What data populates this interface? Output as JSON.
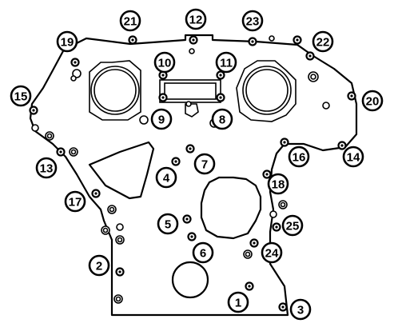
{
  "callouts": [
    {
      "number": "1"
    },
    {
      "number": "2"
    },
    {
      "number": "3"
    },
    {
      "number": "4"
    },
    {
      "number": "5"
    },
    {
      "number": "6"
    },
    {
      "number": "7"
    },
    {
      "number": "8"
    },
    {
      "number": "9"
    },
    {
      "number": "10"
    },
    {
      "number": "11"
    },
    {
      "number": "12"
    },
    {
      "number": "13"
    },
    {
      "number": "14"
    },
    {
      "number": "15"
    },
    {
      "number": "16"
    },
    {
      "number": "17"
    },
    {
      "number": "18"
    },
    {
      "number": "19"
    },
    {
      "number": "20"
    },
    {
      "number": "21"
    },
    {
      "number": "22"
    },
    {
      "number": "23"
    },
    {
      "number": "24"
    },
    {
      "number": "25"
    }
  ]
}
